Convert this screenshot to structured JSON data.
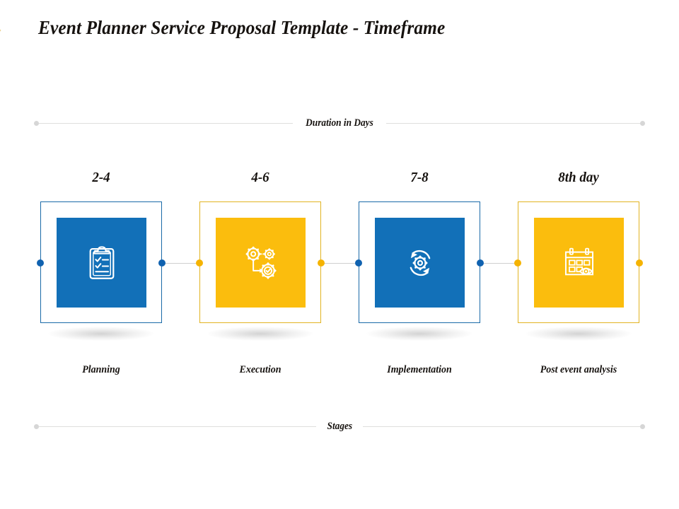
{
  "title": "Event Planner Service Proposal Template - Timeframe",
  "decoration": {
    "chevron": "chevron-right-outline",
    "color": "#e8cf86"
  },
  "axes": {
    "top_label": "Duration in Days",
    "bottom_label": "Stages",
    "rule_color": "#dededd",
    "dot_color": "#d6d6d6"
  },
  "palette": {
    "blue": "#1270b8",
    "blue_border": "#1a6aa8",
    "blue_dot": "#1062b0",
    "yellow": "#fbbd0d",
    "yellow_border": "#e2b422",
    "yellow_dot": "#f5b301",
    "text": "#16120f",
    "rail": "#cfcfcf"
  },
  "stages": [
    {
      "duration": "2-4",
      "name": "Planning",
      "icon": "clipboard-checklist-icon",
      "accent": "blue"
    },
    {
      "duration": "4-6",
      "name": "Execution",
      "icon": "gears-workflow-icon",
      "accent": "yellow"
    },
    {
      "duration": "7-8",
      "name": "Implementation",
      "icon": "process-cycle-gear-icon",
      "accent": "blue"
    },
    {
      "duration": "8th day",
      "name": "Post event analysis",
      "icon": "calendar-eye-icon",
      "accent": "yellow"
    }
  ]
}
